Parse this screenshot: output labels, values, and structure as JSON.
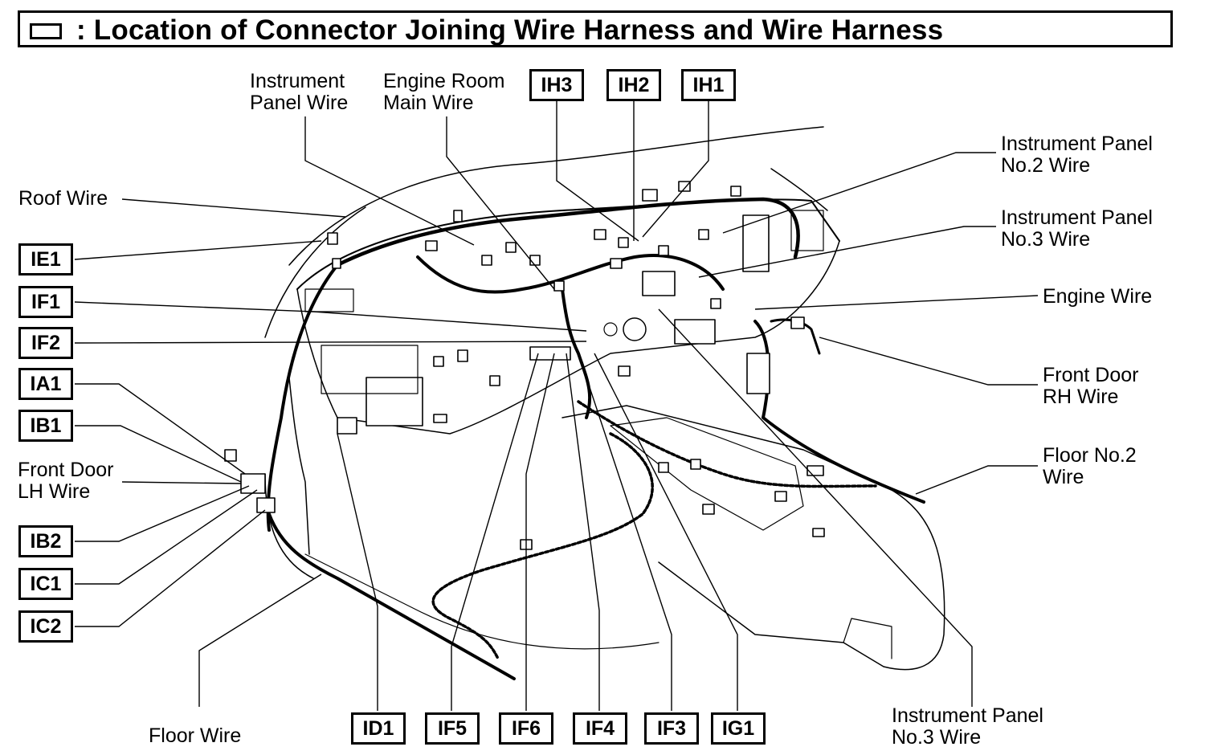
{
  "title": {
    "text": ": Location of Connector Joining Wire Harness and Wire Harness"
  },
  "wire_labels": {
    "instrument_panel_wire": [
      "Instrument",
      "Panel Wire"
    ],
    "engine_room_main_wire": [
      "Engine Room",
      "Main Wire"
    ],
    "roof_wire": [
      "Roof Wire"
    ],
    "front_door_lh_wire": [
      "Front Door",
      "LH Wire"
    ],
    "floor_wire": [
      "Floor Wire"
    ],
    "instrument_panel_no2_wire": [
      "Instrument Panel",
      "No.2 Wire"
    ],
    "instrument_panel_no3_wire_right": [
      "Instrument Panel",
      "No.3 Wire"
    ],
    "engine_wire": [
      "Engine Wire"
    ],
    "front_door_rh_wire": [
      "Front Door",
      "RH Wire"
    ],
    "floor_no2_wire": [
      "Floor No.2",
      "Wire"
    ],
    "instrument_panel_no3_wire_bottom": [
      "Instrument Panel",
      "No.3 Wire"
    ]
  },
  "connectors": {
    "ih3": "IH3",
    "ih2": "IH2",
    "ih1": "IH1",
    "ie1": "IE1",
    "if1": "IF1",
    "if2": "IF2",
    "ia1": "IA1",
    "ib1": "IB1",
    "ib2": "IB2",
    "ic1": "IC1",
    "ic2": "IC2",
    "id1": "ID1",
    "if5": "IF5",
    "if6": "IF6",
    "if4": "IF4",
    "if3": "IF3",
    "ig1": "IG1"
  }
}
